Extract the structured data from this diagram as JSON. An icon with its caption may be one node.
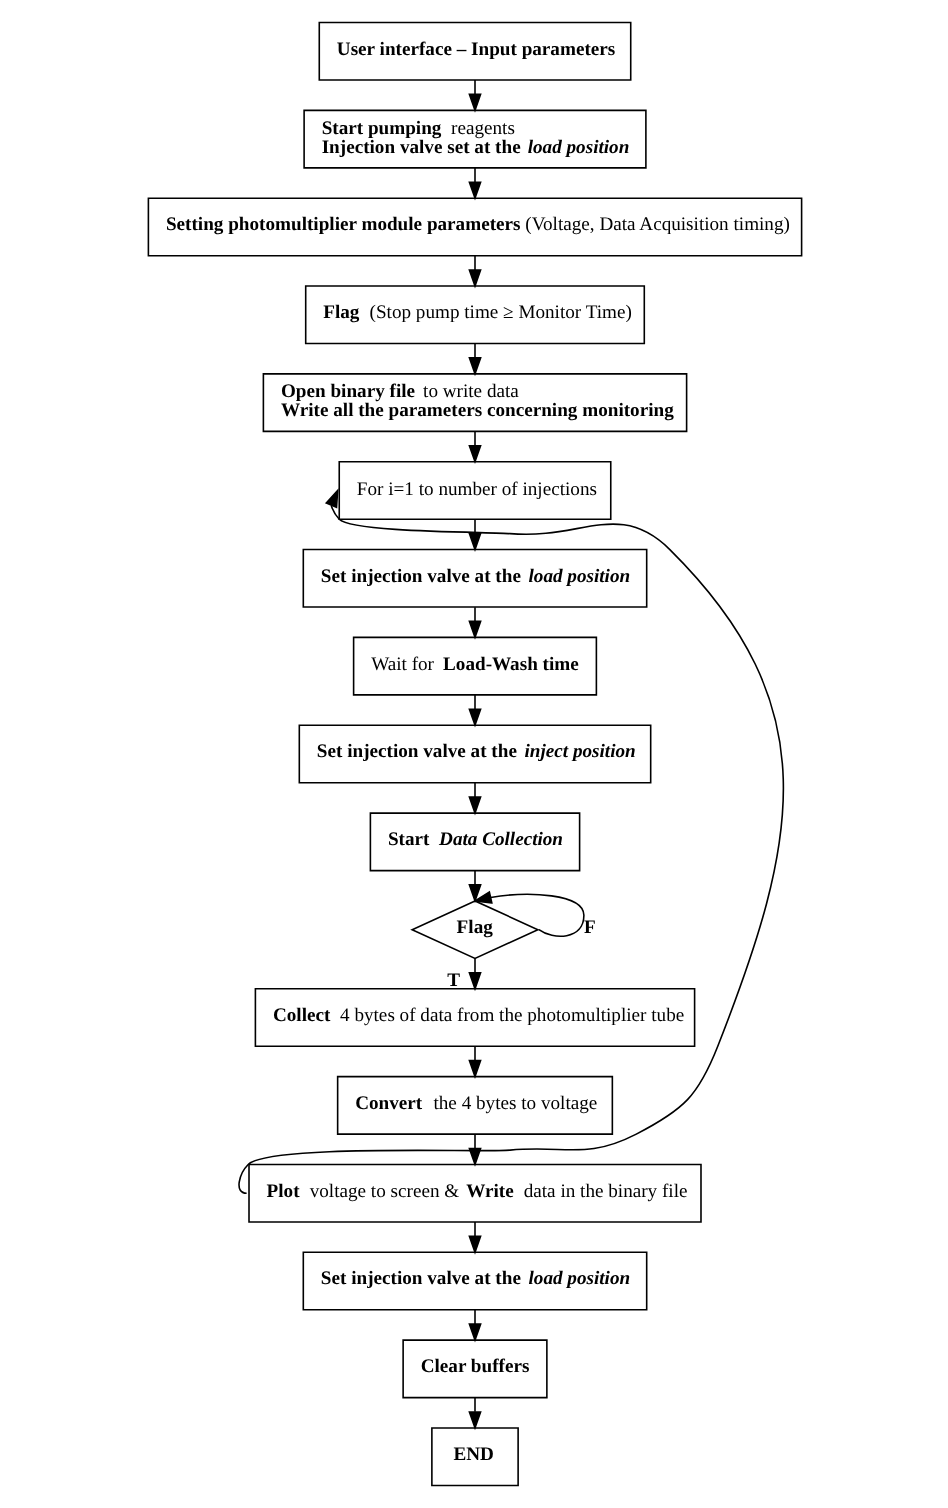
{
  "diagram": {
    "nodes": [
      {
        "text": [
          "User interface – Input parameters"
        ]
      },
      {
        "text": [
          "**Start pumping** reagents",
          "Injection valve set at the *load position*"
        ]
      },
      {
        "text": [
          "**Setting photomultiplier module parameters** (Voltage, Data Acquisition timing)"
        ]
      },
      {
        "text": [
          "**Flag** (Stop pump time ≥ Monitor Time)"
        ]
      },
      {
        "text": [
          "**Open binary file** to write data",
          "Write all the parameters concerning monitoring"
        ]
      },
      {
        "text": [
          "For i=1 to number of injections"
        ]
      },
      {
        "text": [
          "Set injection valve at the *load position*"
        ]
      },
      {
        "text": [
          "Wait for **Load-Wash time**"
        ]
      },
      {
        "text": [
          "Set injection valve at the *inject position*"
        ]
      },
      {
        "text": [
          "Start *Data Collection*"
        ]
      },
      {
        "text": [
          "Flag"
        ]
      },
      {
        "text": [
          "**Collect** 4 bytes of data from the photomultiplier tube"
        ]
      },
      {
        "text": [
          "**Convert** the 4 bytes to voltage"
        ]
      },
      {
        "text": [
          "**Plot** voltage to screen & **Write** data in the binary file"
        ]
      },
      {
        "text": [
          "Set injection valve at the *load position*"
        ]
      },
      {
        "text": [
          "Clear buffers"
        ]
      },
      {
        "text": [
          "END"
        ]
      }
    ],
    "edges": [
      {
        "from": 0,
        "to": 1,
        "arrow": "to"
      },
      {
        "from": 1,
        "to": 2,
        "arrow": "to"
      },
      {
        "from": 2,
        "to": 3,
        "arrow": "to"
      },
      {
        "from": 3,
        "to": 4,
        "arrow": "to"
      },
      {
        "from": 4,
        "to": 5,
        "arrow": "to"
      },
      {
        "from": 5,
        "to": 6,
        "arrow": "to"
      },
      {
        "from": 6,
        "to": 7,
        "arrow": "to"
      },
      {
        "from": 7,
        "to": 8,
        "arrow": "to"
      },
      {
        "from": 8,
        "to": 9,
        "arrow": "to"
      },
      {
        "from": 9,
        "to": 10,
        "arrow": "to"
      },
      {
        "from": 10,
        "to": 10,
        "arrow": "to",
        "label": "F"
      },
      {
        "from": 10,
        "to": 11,
        "arrow": "to",
        "label": "T"
      },
      {
        "from": 11,
        "to": 12,
        "arrow": "to"
      },
      {
        "from": 12,
        "to": 13,
        "arrow": "to"
      },
      {
        "from": 13,
        "to": 14,
        "arrow": "to"
      },
      {
        "from": 13,
        "to": 5,
        "arrow": "to"
      },
      {
        "from": 14,
        "to": 15,
        "arrow": "to"
      },
      {
        "from": 15,
        "to": 16,
        "arrow": "to"
      }
    ]
  }
}
